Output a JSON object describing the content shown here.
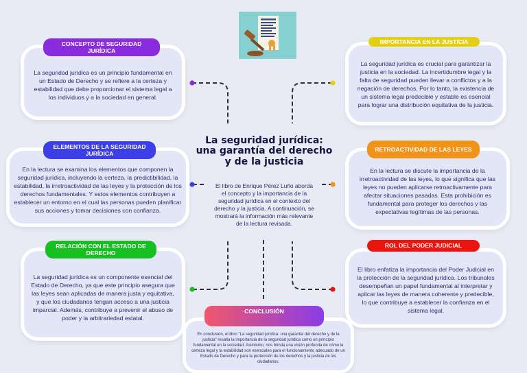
{
  "center": {
    "title": "La seguridad jurídica: una garantía del derecho y de la justicia",
    "intro": "El libro de Enrique Pérez Luño aborda el concepto y la importancia de la seguridad jurídica en el contexto del derecho y la justicia. A continuación, se mostrará la información más relevante de la lectura revisada."
  },
  "colors": {
    "purple": "#8b2be0",
    "blue": "#3d3ee6",
    "green": "#16c021",
    "yellow": "#e2d113",
    "orange": "#f19319",
    "red": "#e9150f",
    "pink_gradient_start": "#f0586a",
    "pink_gradient_end": "#8a3ce8"
  },
  "nodes": {
    "concepto": {
      "label": "CONCEPTO DE SEGURIDAD JURÍDICA",
      "text": "La seguridad jurídica es un principio fundamental en un Estado de Derecho y se refiere a la certeza y estabilidad que debe proporcionar el sistema legal a los individuos y a la sociedad en general."
    },
    "elementos": {
      "label": "ELEMENTOS DE LA SEGURIDAD JURÍDICA",
      "text": "En la lectura se examina los elementos que componen la seguridad jurídica, incluyendo la certeza, la predictibilidad, la estabilidad, la irretroactividad de las leyes y la protección de los derechos fundamentales. Y estos elementos contribuyen a establecer un entorno en el cual las personas pueden planificar sus acciones y tomar decisiones con confianza."
    },
    "relacion": {
      "label": "RELACIÓN CON EL ESTADO DE DERECHO",
      "text": "La seguridad jurídica es un componente esencial del Estado de Derecho, ya que este principio asegura que las leyes sean aplicadas de manera justa y equitativa, y que los ciudadanos tengan acceso a una justicia imparcial. Además, contribuye a prevenir el abuso de poder y la arbitrariedad estatal."
    },
    "importancia": {
      "label": "IMPORTANCIA EN LA JUSTICIA",
      "text": "La seguridad jurídica es crucial para garantizar la justicia en la sociedad. La incertidumbre legal y la falta de seguridad pueden llevar a conflictos y a la negación de derechos. Por lo tanto, la existencia de un sistema legal predecible y estable es esencial para lograr una distribución equitativa de la justicia."
    },
    "retroactividad": {
      "label": "RETROACTIVIDAD DE LAS LEYES",
      "text": "En la lectura se discute la importancia de la irretroactividad de las leyes, lo que significa que las leyes no pueden aplicarse retroactivamente para afectar situaciones pasadas. Esta prohibición es fundamental para proteger los derechos y las expectativas legítimas de las personas."
    },
    "rol": {
      "label": "ROL DEL PODER JUDICIAL",
      "text": "El libro enfatiza la importancia del Poder Judicial en la protección de la seguridad jurídica. Los tribunales desempeñan un papel fundamental al interpretar y aplicar las leyes de manera coherente y predecible, lo que contribuye a establecer la confianza en el sistema legal."
    },
    "conclusion": {
      "label": "CONCLUSIÓN",
      "text": "En conclusión, el libro \"La seguridad jurídica: una garantía del derecho y de la justicia\" resalta la importancia de la seguridad jurídica como un principio fundamental en la sociedad. Asimismo, nos brinda una visión profunda de cómo la certeza legal y la estabilidad son esenciales para el funcionamiento adecuado de un Estado de Derecho y para la protección de los derechos y la justicia de los ciudadanos."
    }
  },
  "icon": "justice-scales-gavel-document-icon"
}
